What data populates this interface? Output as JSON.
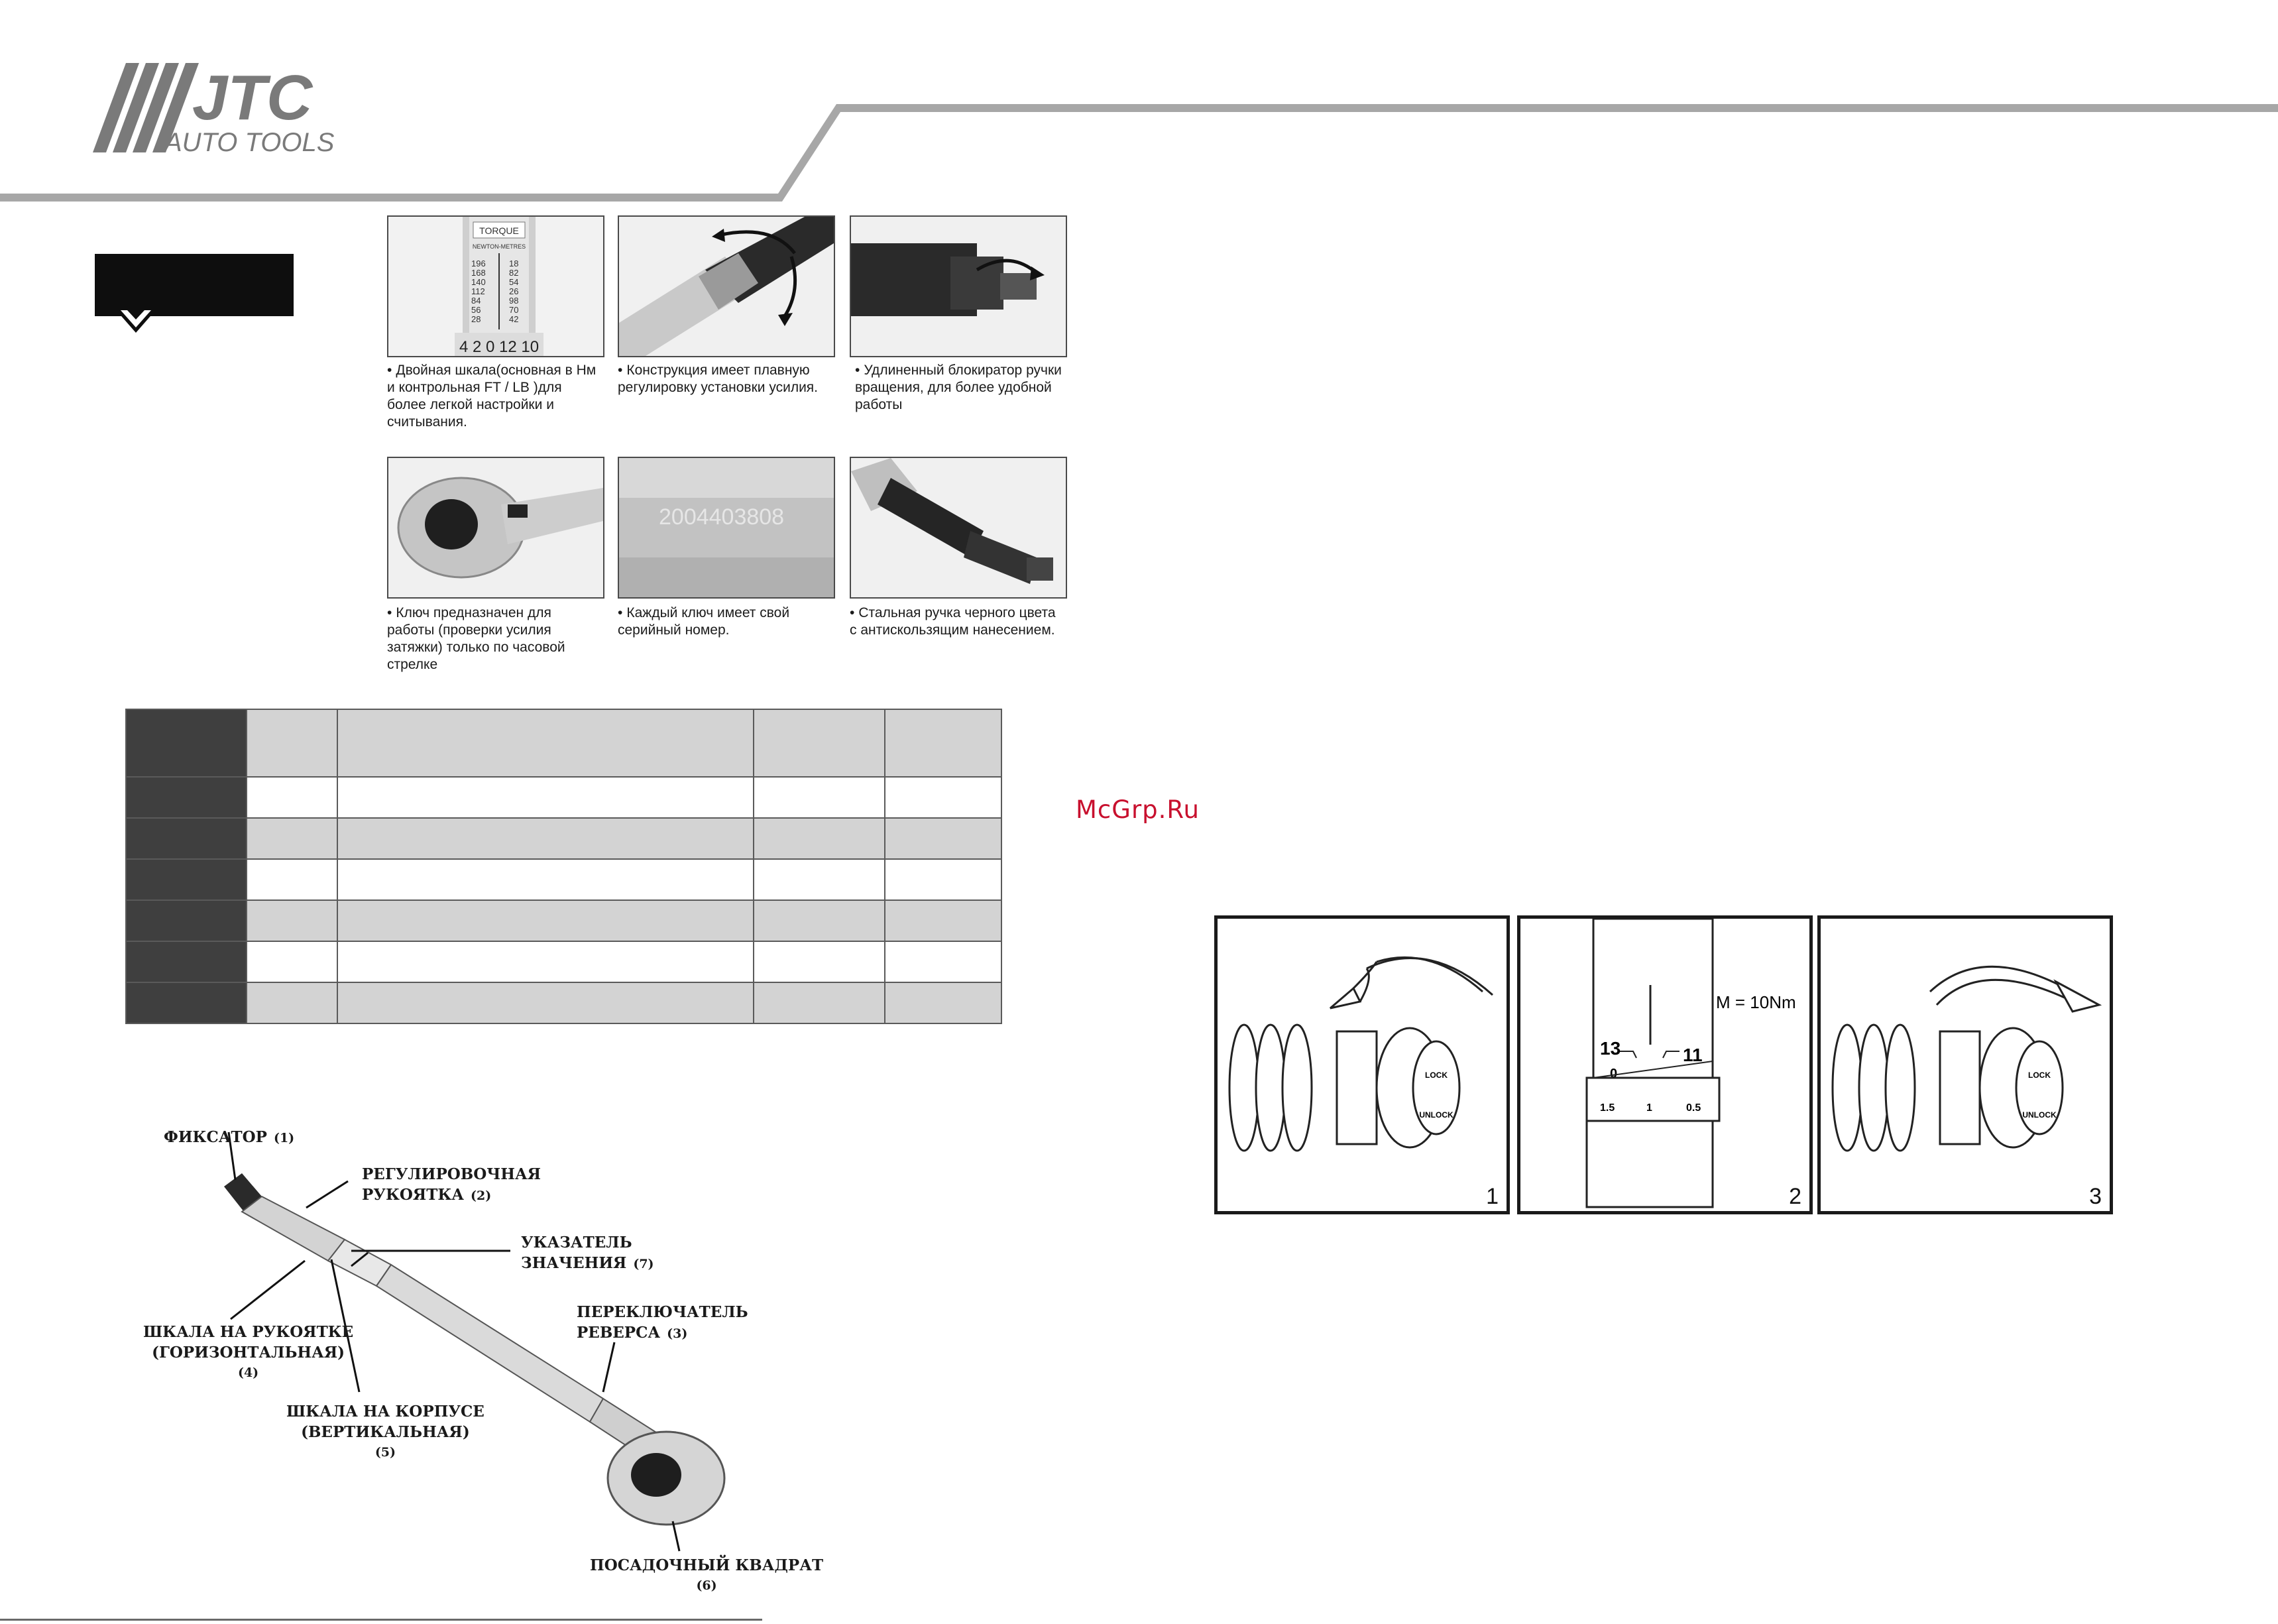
{
  "brand": {
    "logo_text": "JTC",
    "logo_sub": "AUTO TOOLS"
  },
  "features": [
    {
      "caption": "Двойная шкала(основная в Нм и контрольная FT / LB )для более легкой настройки и считывания.",
      "photo": "dual-scale-photo"
    },
    {
      "caption": "Конструкция имеет плавную регулировку установки усилия.",
      "photo": "adjustment-photo"
    },
    {
      "caption": "Удлиненный блокиратор ручки вращения, для более удобной работы",
      "photo": "lock-knob-photo"
    },
    {
      "caption": "Ключ предназначен для работы (проверки усилия затяжки) только по часовой стрелке",
      "photo": "ratchet-head-photo"
    },
    {
      "caption": "Каждый ключ имеет свой серийный номер.",
      "photo": "serial-number-photo"
    },
    {
      "caption": "Стальная ручка черного цвета с антискользящим нанесением.",
      "photo": "handle-photo"
    }
  ],
  "feature_photos": {
    "scale_top": "TORQUE",
    "scale_unit": "NEWTON-METRES",
    "scale_left": [
      "196",
      "168",
      "140",
      "112",
      "84",
      "56",
      "28"
    ],
    "scale_right": [
      "18",
      "82",
      "54",
      "26",
      "98",
      "70",
      "42"
    ],
    "scale_bottom": "4 2 0 12 10",
    "serial": "2004403808"
  },
  "diagram": {
    "labels": [
      {
        "text": "ФИКСАТОР",
        "num": "(1)"
      },
      {
        "text": "РЕГУЛИРОВОЧНАЯ",
        "text2": "РУКОЯТКА",
        "num": "(2)"
      },
      {
        "text": "УКАЗАТЕЛЬ",
        "text2": "ЗНАЧЕНИЯ",
        "num": "(7)"
      },
      {
        "text": "ПЕРЕКЛЮЧАТЕЛЬ",
        "text2": "РЕВЕРСА",
        "num": "(3)"
      },
      {
        "text": "ШКАЛА НА РУКОЯТКЕ",
        "text2": "(ГОРИЗОНТАЛЬНАЯ)",
        "num": "(4)"
      },
      {
        "text": "ШКАЛА НА КОРПУСЕ",
        "text2": "(ВЕРТИКАЛЬНАЯ)",
        "num": "(5)"
      },
      {
        "text": "ПОСАДОЧНЫЙ КВАДРАТ",
        "num": "(6)"
      }
    ]
  },
  "watermark": "McGrp.Ru",
  "steps": [
    {
      "num": "1",
      "lock": "LOCK",
      "unlock": "UNLOCK"
    },
    {
      "num": "2",
      "formula": "M = 10Nm",
      "v1": "13",
      "v2": "11",
      "zero": "0",
      "ticks": [
        "1.5",
        "1",
        "0.5"
      ]
    },
    {
      "num": "3",
      "lock": "LOCK",
      "unlock": "UNLOCK"
    }
  ]
}
